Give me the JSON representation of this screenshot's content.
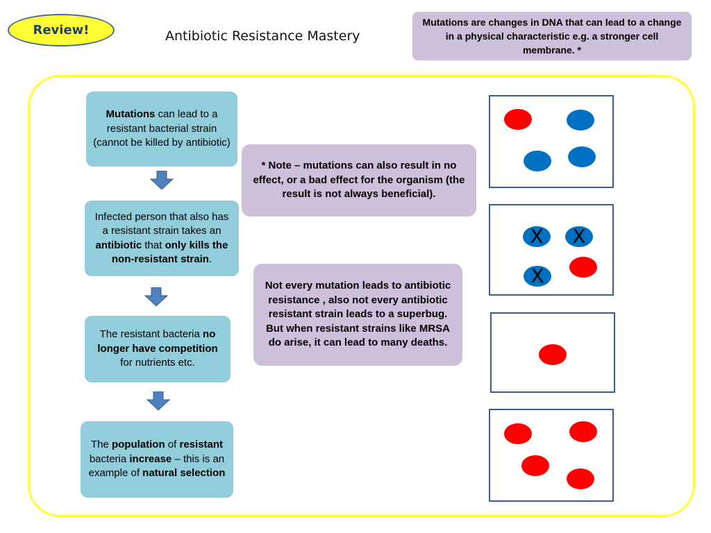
{
  "header": {
    "badge": "Review!",
    "title": "Antibiotic Resistance Mastery",
    "definition": "Mutations are changes in DNA that can lead to a change in a physical characteristic e.g. a stronger cell membrane.  *"
  },
  "steps": [
    {
      "segments": [
        {
          "text": "Mutations",
          "bold": true
        },
        {
          "text": " can lead to a resistant bacterial strain (cannot be killed by antibiotic)",
          "bold": false
        }
      ]
    },
    {
      "segments": [
        {
          "text": "Infected person that also has a resistant strain takes an ",
          "bold": false
        },
        {
          "text": "antibiotic",
          "bold": true
        },
        {
          "text": " that ",
          "bold": false
        },
        {
          "text": "only kills the non-resistant strain",
          "bold": true
        },
        {
          "text": ".",
          "bold": false
        }
      ]
    },
    {
      "segments": [
        {
          "text": "The resistant bacteria ",
          "bold": false
        },
        {
          "text": "no longer have competition",
          "bold": true
        },
        {
          "text": " for nutrients etc.",
          "bold": false
        }
      ]
    },
    {
      "segments": [
        {
          "text": "The ",
          "bold": false
        },
        {
          "text": "population",
          "bold": true
        },
        {
          "text": " of ",
          "bold": false
        },
        {
          "text": "resistant",
          "bold": true
        },
        {
          "text": " bacteria ",
          "bold": false
        },
        {
          "text": "increase",
          "bold": true
        },
        {
          "text": " – this is an example of ",
          "bold": false
        },
        {
          "text": "natural selection",
          "bold": true
        }
      ]
    }
  ],
  "notes": {
    "mutation_note": "* Note – mutations can also result in no effect, or a bad effect for the organism (the result is not always beneficial).",
    "superbug_note": "Not every mutation leads to antibiotic resistance , also not every antibiotic resistant strain leads to a superbug. But when resistant strains like MRSA do arise, it can lead to many deaths."
  },
  "colors": {
    "resistant": "#ff0000",
    "non_resistant": "#0070c0",
    "step_box": "#92cddc",
    "note_box": "#ccc0da",
    "frame": "#ffff33"
  },
  "panels": [
    {
      "cells": [
        {
          "type": "resistant",
          "killed": false
        },
        {
          "type": "non-resistant",
          "killed": false
        },
        {
          "type": "non-resistant",
          "killed": false
        },
        {
          "type": "non-resistant",
          "killed": false
        }
      ]
    },
    {
      "cells": [
        {
          "type": "non-resistant",
          "killed": true,
          "mark": "X"
        },
        {
          "type": "non-resistant",
          "killed": true,
          "mark": "X"
        },
        {
          "type": "resistant",
          "killed": false
        },
        {
          "type": "non-resistant",
          "killed": true,
          "mark": "X"
        }
      ]
    },
    {
      "cells": [
        {
          "type": "resistant",
          "killed": false
        }
      ]
    },
    {
      "cells": [
        {
          "type": "resistant",
          "killed": false
        },
        {
          "type": "resistant",
          "killed": false
        },
        {
          "type": "resistant",
          "killed": false
        },
        {
          "type": "resistant",
          "killed": false
        }
      ]
    }
  ]
}
